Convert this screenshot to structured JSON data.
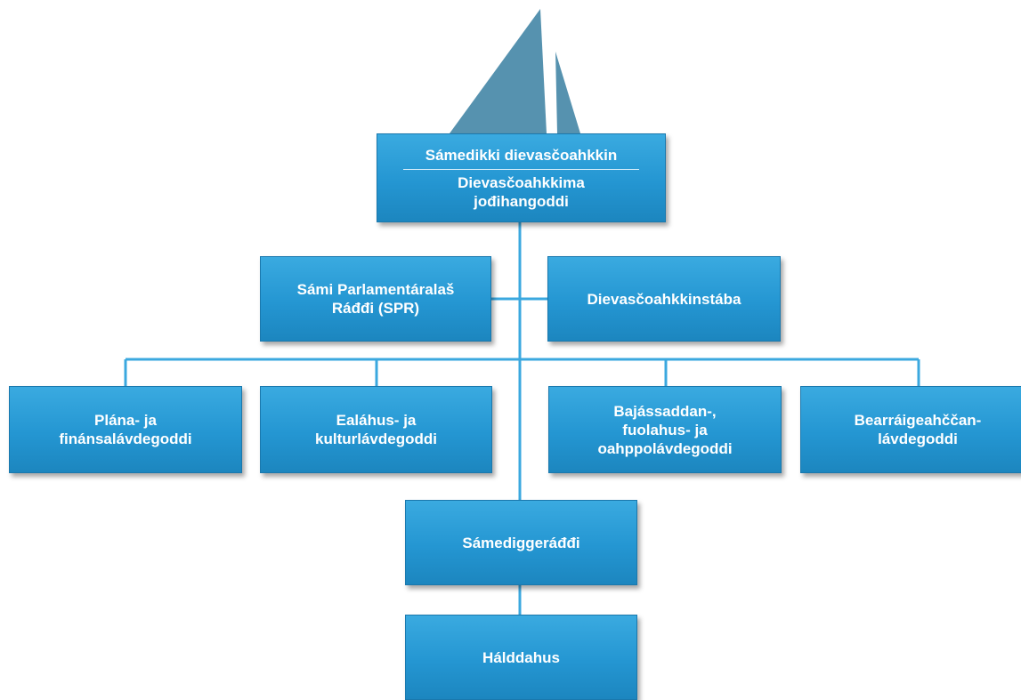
{
  "colors": {
    "box_fill": "#2a9ad6",
    "box_border": "#1a78ad",
    "connector": "#3ba8df",
    "sail": "#4d8cab"
  },
  "top_box": {
    "title": "Sámedikki dievasčoahkkin",
    "subtitle_line1": "Dievasčoahkkima",
    "subtitle_line2": "jođihangoddi"
  },
  "level2": {
    "left": {
      "line1": "Sámi Parlamentáralaš",
      "line2": "Ráđđi (SPR)"
    },
    "right": {
      "line1": "Dievasčoahkkinstába"
    }
  },
  "committees": [
    {
      "line1": "Plána- ja",
      "line2": "finánsalávdegoddi"
    },
    {
      "line1": "Ealáhus- ja",
      "line2": "kulturlávdegoddi"
    },
    {
      "line1": "Bajássaddan-,",
      "line2": "fuolahus- ja",
      "line3": "oahppolávdegoddi"
    },
    {
      "line1": "Bearráigeahččan-",
      "line2": "lávdegoddi"
    }
  ],
  "council": {
    "line1": "Sámediggeráđđi"
  },
  "administration": {
    "line1": "Hálddahus"
  }
}
